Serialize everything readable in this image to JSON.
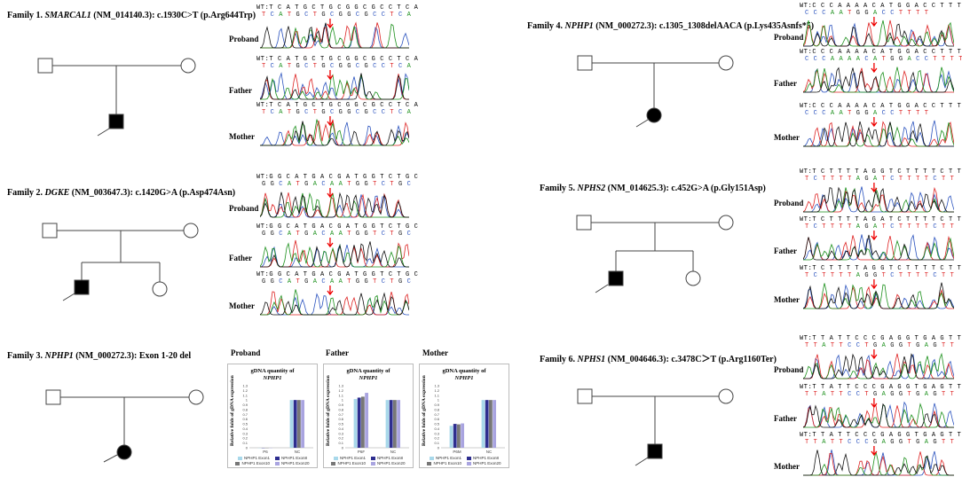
{
  "families": [
    {
      "id": "f1",
      "prefix": "Family 1. ",
      "gene": "SMARCAL1",
      "suffix": " (NM_014140.3): c.1930C>T (p.Arg644Trp)",
      "panels": [
        {
          "role": "Proband",
          "wt": "WT:T C A T G C T G C G G C G C C T C A",
          "sub": "T C A T G C T G C G G C G C C T C A"
        },
        {
          "role": "Father",
          "wt": "WT:T C A T G C T G C G G C G C C T C A",
          "sub": "T C A T G C T G C G G C G C C T C A"
        },
        {
          "role": "Mother",
          "wt": "WT:T C A T G C T G C G G C G C C T C A",
          "sub": "T C A T G C T G C G G C G C C T C A"
        }
      ]
    },
    {
      "id": "f2",
      "prefix": "Family 2. ",
      "gene": "DGKE",
      "suffix": " (NM_003647.3): c.1420G>A (p.Asp474Asn)",
      "panels": [
        {
          "role": "Proband",
          "wt": "WT:G G C A T G A C G A T G G T C T G C",
          "sub": "G G C A T G A C A A T G G T C T G C"
        },
        {
          "role": "Father",
          "wt": "WT:G G C A T G A C G A T G G T C T G C",
          "sub": "G G C A T G A C A A T G G T C T G C"
        },
        {
          "role": "Mother",
          "wt": "WT:G G C A T G A C G A T G G T C T G C",
          "sub": "G G C A T G A C A A T G G T C T G C"
        }
      ]
    },
    {
      "id": "f3",
      "prefix": "Family 3. ",
      "gene": "NPHP1",
      "suffix": " (NM_000272.3): Exon 1-20 del",
      "charts": [
        {
          "heading": "Proband",
          "sample": "P6"
        },
        {
          "heading": "Father",
          "sample": "P6F"
        },
        {
          "heading": "Mother",
          "sample": "P6M"
        }
      ]
    },
    {
      "id": "f4",
      "prefix": "Family 4. ",
      "gene": "NPHP1",
      "suffix": " (NM_000272.3): c.1305_1308delAACA (p.Lys435Asnfs*5)",
      "panels": [
        {
          "role": "Proband",
          "wt": "WT:C C C A A A A C A T G G A C C T T T T",
          "sub": "C C C A A T G G A C C T T T T"
        },
        {
          "role": "Father",
          "wt": "WT:C C C A A A A C A T G G A C C T T T T",
          "sub": "C C C A A A A C A T G G A C C T T T T"
        },
        {
          "role": "Mother",
          "wt": "WT:C C C A A A A C A T G G A C C T T T T",
          "sub": "C C C A A T G G A C C T T T T"
        }
      ]
    },
    {
      "id": "f5",
      "prefix": "Family 5. ",
      "gene": "NPHS2",
      "suffix": " (NM_014625.3): c.452G>A (p.Gly151Asp)",
      "panels": [
        {
          "role": "Proband",
          "wt": "WT:T C T T T T A G G T C T T T T C T T",
          "sub": "T C T T T T A G A T C T T T T C T T"
        },
        {
          "role": "Father",
          "wt": "WT:T C T T T T A G A T C T T T T C T T",
          "sub": "T C T T T T A G A T C T T T T C T T"
        },
        {
          "role": "Mother",
          "wt": "WT:T C T T T T A G G T C T T T T C T T",
          "sub": "T C T T T T A G G T C T T T T C T T"
        }
      ]
    },
    {
      "id": "f6",
      "prefix": "Family 6. ",
      "gene": "NPHS1",
      "suffix": " (NM_004646.3): c.3478C＞T (p.Arg1160Ter)",
      "panels": [
        {
          "role": "Proband",
          "wt": "WT:T T A T T C C C G A G G T G A G T T",
          "sub": "T T A T T C C T G A G G T G A G T T"
        },
        {
          "role": "Father",
          "wt": "WT:T T A T T C C C G A G G T G A G T T",
          "sub": "T T A T T C C T G A G G T G A G T T"
        },
        {
          "role": "Mother",
          "wt": "WT:T T A T T C C C G A G G T G A G T T",
          "sub": "T T A T T C C C G A G G T G A G T T"
        }
      ]
    }
  ],
  "qpcr": {
    "chart_title_line1": "gDNA quantity of",
    "chart_title_line2": "NPHP1",
    "ylabel": "Relative folds of gDNA expression",
    "yticks": [
      "0",
      "0.1",
      "0.2",
      "0.3",
      "0.4",
      "0.5",
      "0.6",
      "0.7",
      "0.8",
      "0.9",
      "1",
      "1.1",
      "1.2",
      "1.3"
    ],
    "ylim": [
      0,
      1.3
    ],
    "control": "NC",
    "legend": [
      "NPHP1 Exon1",
      "NPHP1 Exon8",
      "NPHP1 Exon10",
      "NPHP1 Exon20"
    ],
    "colors": [
      "#a8d8ea",
      "#2e2e8f",
      "#777777",
      "#a9a4e0"
    ]
  },
  "chart_data": [
    {
      "type": "bar",
      "title": "gDNA quantity of NPHP1",
      "ylabel": "Relative folds of gDNA expression",
      "categories": [
        "P6",
        "NC"
      ],
      "series": [
        {
          "name": "NPHP1 Exon1",
          "values": [
            0.0,
            1.0
          ]
        },
        {
          "name": "NPHP1 Exon8",
          "values": [
            0.0,
            1.0
          ]
        },
        {
          "name": "NPHP1 Exon10",
          "values": [
            0.0,
            1.0
          ]
        },
        {
          "name": "NPHP1 Exon20",
          "values": [
            0.0,
            1.0
          ]
        }
      ],
      "ylim": [
        0,
        1.3
      ]
    },
    {
      "type": "bar",
      "title": "gDNA quantity of NPHP1",
      "ylabel": "Relative folds of gDNA expression",
      "categories": [
        "P6F",
        "NC"
      ],
      "series": [
        {
          "name": "NPHP1 Exon1",
          "values": [
            1.02,
            1.0
          ]
        },
        {
          "name": "NPHP1 Exon8",
          "values": [
            1.05,
            1.0
          ]
        },
        {
          "name": "NPHP1 Exon10",
          "values": [
            1.07,
            1.0
          ]
        },
        {
          "name": "NPHP1 Exon20",
          "values": [
            1.15,
            1.0
          ]
        }
      ],
      "ylim": [
        0,
        1.3
      ]
    },
    {
      "type": "bar",
      "title": "gDNA quantity of NPHP1",
      "ylabel": "Relative folds of gDNA expression",
      "categories": [
        "P6M",
        "NC"
      ],
      "series": [
        {
          "name": "NPHP1 Exon1",
          "values": [
            0.46,
            1.0
          ]
        },
        {
          "name": "NPHP1 Exon8",
          "values": [
            0.5,
            1.0
          ]
        },
        {
          "name": "NPHP1 Exon10",
          "values": [
            0.49,
            1.0
          ]
        },
        {
          "name": "NPHP1 Exon20",
          "values": [
            0.51,
            1.0
          ]
        }
      ],
      "ylim": [
        0,
        1.3
      ]
    }
  ]
}
